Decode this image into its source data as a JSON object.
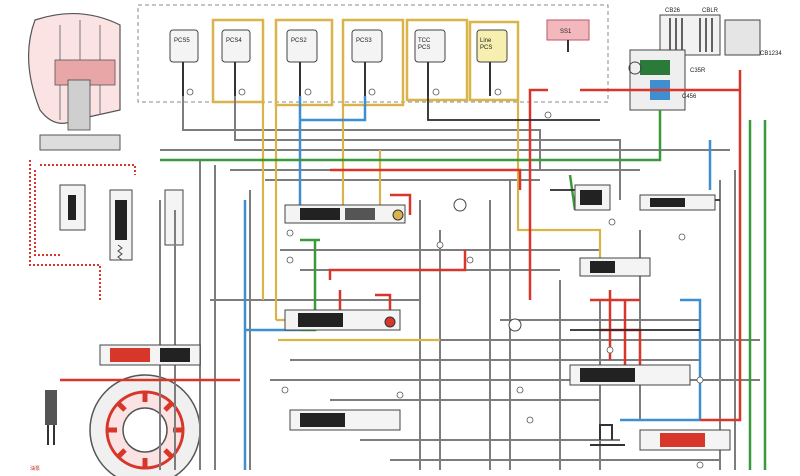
{
  "colors": {
    "background": "#ffffff",
    "line_pressure": "#d7372b",
    "mainline_gray": "#7d7d7d",
    "solenoid_gold": "#d9b44a",
    "pcs3_blue": "#3f8fd0",
    "pcs2_green": "#3a9a3a",
    "tcc_dark": "#2a2a2a",
    "pink_circuit": "#e7a3a3",
    "ss1_box": "#f3b8be",
    "valve_fill": "#222222"
  },
  "solenoids": [
    {
      "id": "pcs5",
      "label": "PCS5"
    },
    {
      "id": "pcs4",
      "label": "PCS4"
    },
    {
      "id": "pcs2",
      "label": "PCS2"
    },
    {
      "id": "pcs3",
      "label": "PCS3"
    },
    {
      "id": "tcc_pcs",
      "label": "TCC\nPCS"
    },
    {
      "id": "line_pcs",
      "label": "Line\nPCS"
    }
  ],
  "labels": {
    "ss1": "SS1",
    "cb26": "CB26",
    "cblr": "CBLR",
    "cb1234": "CB1234",
    "c35r": "C35R",
    "c456": "C456",
    "pump_note": "油泵"
  },
  "icons": {
    "pump": "pump-gear-icon",
    "torque_converter": "torque-converter-icon",
    "spring": "spring-icon"
  }
}
